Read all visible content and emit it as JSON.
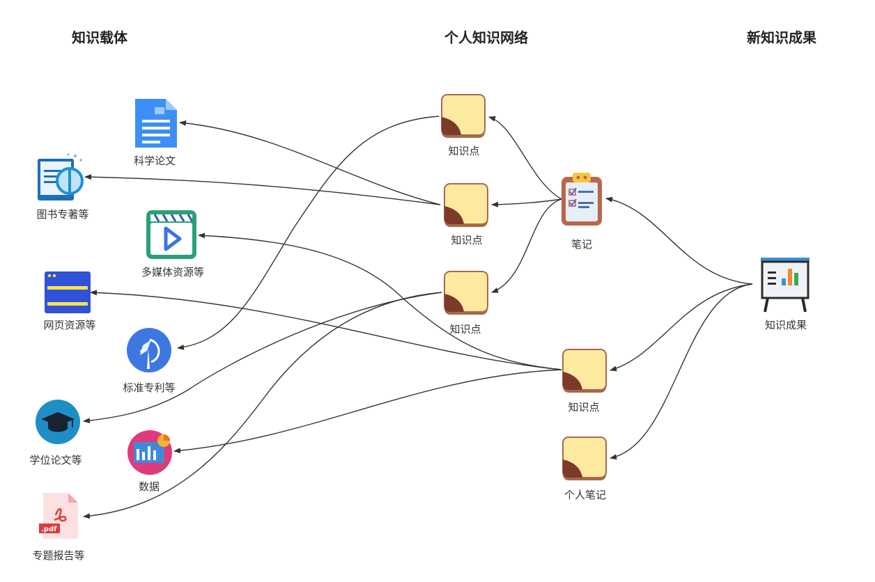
{
  "columns": {
    "left": "知识载体",
    "middle": "个人知识网络",
    "right": "新知识成果"
  },
  "carriers": {
    "paper": "科学论文",
    "books": "图书专著等",
    "media": "多媒体资源等",
    "web": "网页资源等",
    "patent": "标准专利等",
    "thesis": "学位论文等",
    "data": "数据",
    "report": "专题报告等"
  },
  "network": {
    "kp1": "知识点",
    "kp2": "知识点",
    "kp3": "知识点",
    "kp4": "知识点",
    "notes": "笔记",
    "personal_notes": "个人笔记"
  },
  "results": {
    "output": "知识成果"
  },
  "icons": {
    "paper": "document-icon",
    "books": "book-search-icon",
    "media": "video-play-icon",
    "web": "webpage-icon",
    "patent": "patent-badge-icon",
    "thesis": "graduation-cap-icon",
    "data": "data-chart-icon",
    "report": "pdf-file-icon",
    "sticky": "sticky-note-icon",
    "clipboard": "clipboard-checklist-icon",
    "presentation": "presentation-board-icon"
  },
  "pdf_badge": ".pdf"
}
